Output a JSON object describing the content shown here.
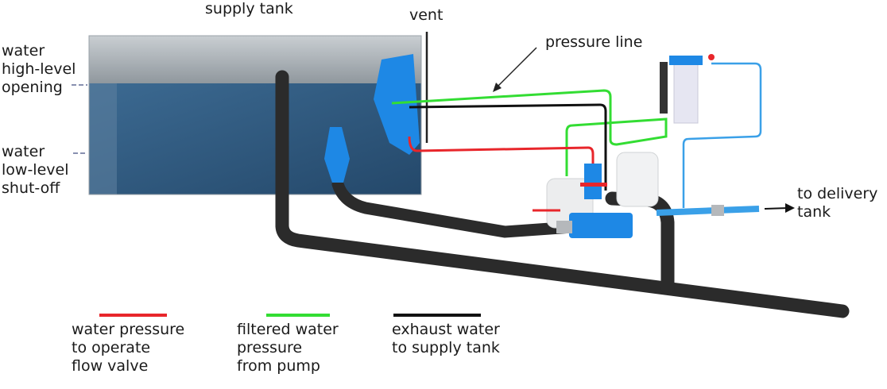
{
  "labels": {
    "supply_tank": "supply tank",
    "vent": "vent",
    "pressure_line": "pressure line",
    "high_level": "water\nhigh-level\nopening",
    "low_level": "water\nlow-level\nshut-off",
    "delivery": "to delivery\ntank"
  },
  "legend": [
    {
      "color": "#e8262b",
      "text": "water pressure\nto operate\nflow valve"
    },
    {
      "color": "#33dd33",
      "text": "filtered water\npressure\nfrom pump"
    },
    {
      "color": "#111111",
      "text": "exhaust water\nto supply tank"
    }
  ],
  "colors": {
    "water": "#2f5a80",
    "pipe": "#2b2b2b",
    "blue_parts": "#1e88e5",
    "delivery_line": "#3aa0e8"
  }
}
